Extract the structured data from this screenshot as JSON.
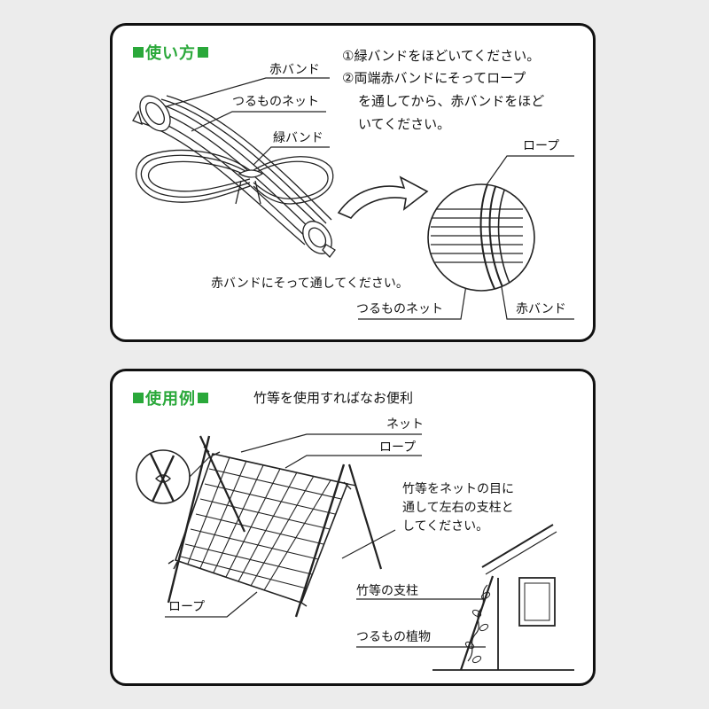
{
  "top": {
    "title": "使い方",
    "steps": [
      "①緑バンドをほどいてください。",
      "②両端赤バンドにそってロープ",
      "を通してから、赤バンドをほど",
      "いてください。"
    ],
    "labels": {
      "red_band": "赤バンド",
      "vine_net": "つるものネット",
      "green_band": "緑バンド",
      "rope": "ロープ",
      "instruction": "赤バンドにそって通してください。",
      "detail_net": "つるものネット",
      "detail_red_band": "赤バンド"
    }
  },
  "bottom": {
    "title": "使用例",
    "subtitle": "竹等を使用すればなお便利",
    "labels": {
      "net": "ネット",
      "rope_top": "ロープ",
      "note_1": "竹等をネットの目に",
      "note_2": "通して左右の支柱と",
      "note_3": "してください。",
      "rope_left": "ロープ",
      "bamboo_post": "竹等の支柱",
      "vine_plant": "つるもの植物"
    }
  },
  "colors": {
    "accent_green": "#2aa83a",
    "ink": "#111111",
    "panel_bg": "#ffffff",
    "page_bg": "#ececec"
  }
}
